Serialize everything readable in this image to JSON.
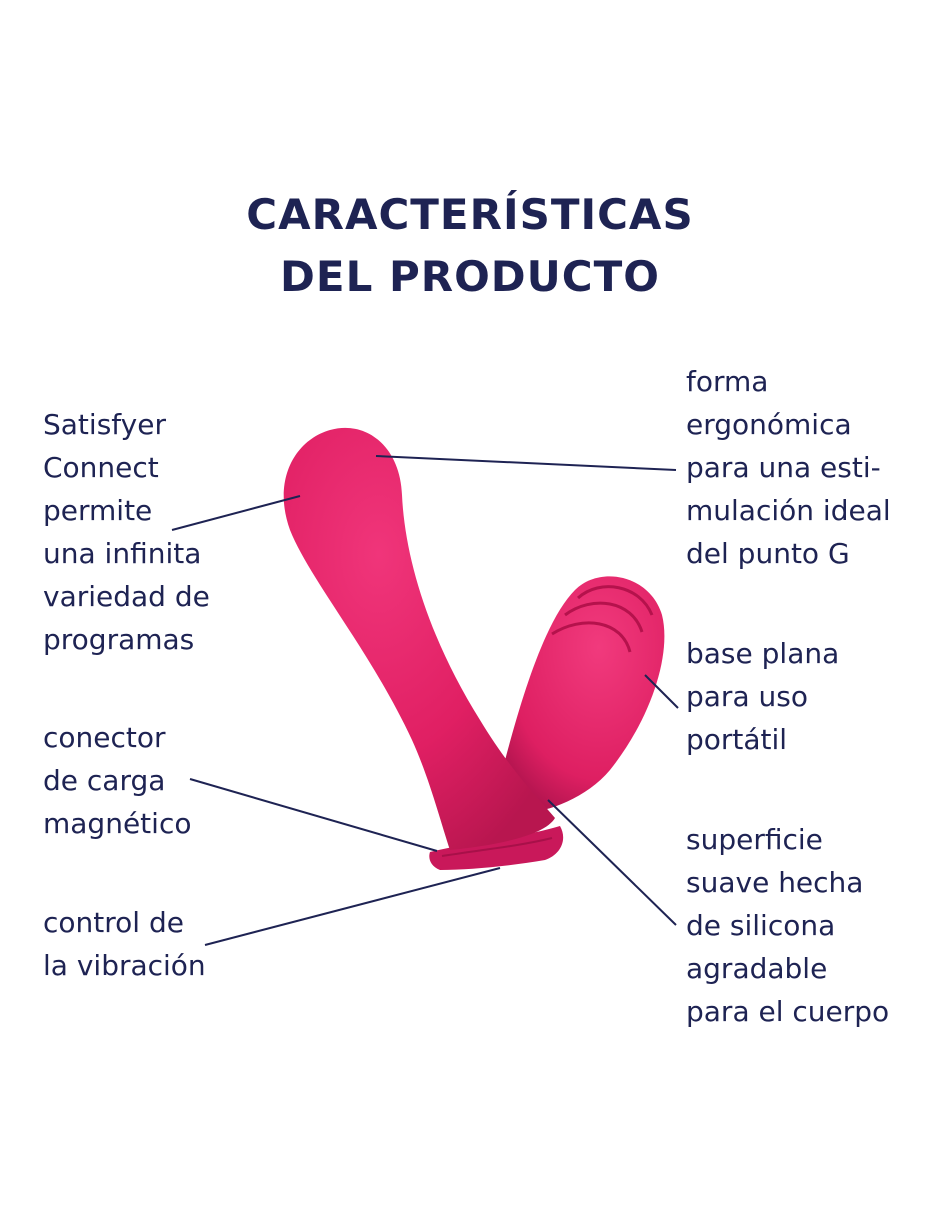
{
  "heading": {
    "line1": "CARACTERÍSTICAS",
    "line2": "DEL PRODUCTO"
  },
  "callouts": {
    "programs": "Satisfyer\nConnect\npermite\nuna infinita\nvariedad de\nprogramas",
    "connector": "conector\nde carga\nmagnético",
    "vibration": "control de\nla vibración",
    "ergonomic": "forma\nergonómica\npara una esti-\nmulación ideal\ndel punto G",
    "base": "base plana\npara uso\nportátil",
    "surface": "superficie\nsuave hecha\nde silicona\nagradable\npara el cuerpo"
  },
  "colors": {
    "text": "#1e2353",
    "product": "#e01f63",
    "product_shade": "#b3144b",
    "leader_line": "#1e2353"
  }
}
